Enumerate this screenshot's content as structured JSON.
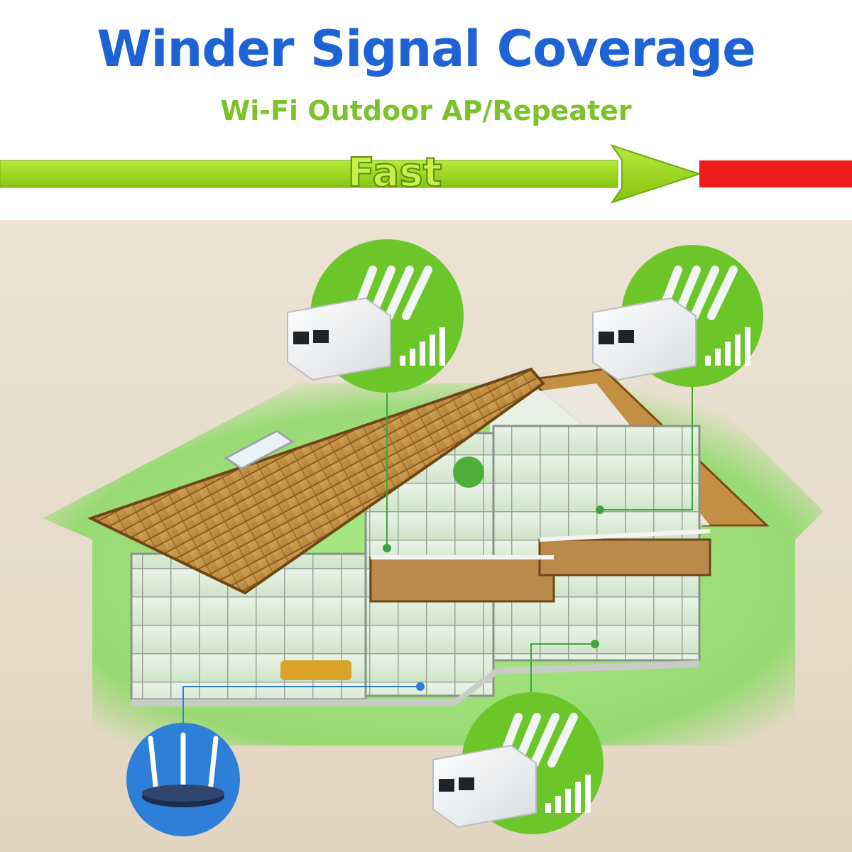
{
  "header": {
    "title": "Winder Signal Coverage",
    "subtitle": "Wi-Fi Outdoor AP/Repeater"
  },
  "speed_bar": {
    "label": "Fast",
    "colors": {
      "arrow": "#9bd61f",
      "arrow_edge": "#6fa80f",
      "end": "#ee1c1c"
    }
  },
  "colors": {
    "title": "#1e63d6",
    "subtitle": "#7cc22a",
    "background": "#e8dccb",
    "coverage_glow": "#8ee26a",
    "bubble": "#6cc62a",
    "router_bubble": "#2e7fd8",
    "signal_bars": "#6cc62a"
  },
  "icons": {
    "repeater": "wifi-repeater-icon",
    "router": "wifi-router-icon",
    "signal": "signal-strength-icon",
    "house": "house-cutaway-illustration"
  }
}
